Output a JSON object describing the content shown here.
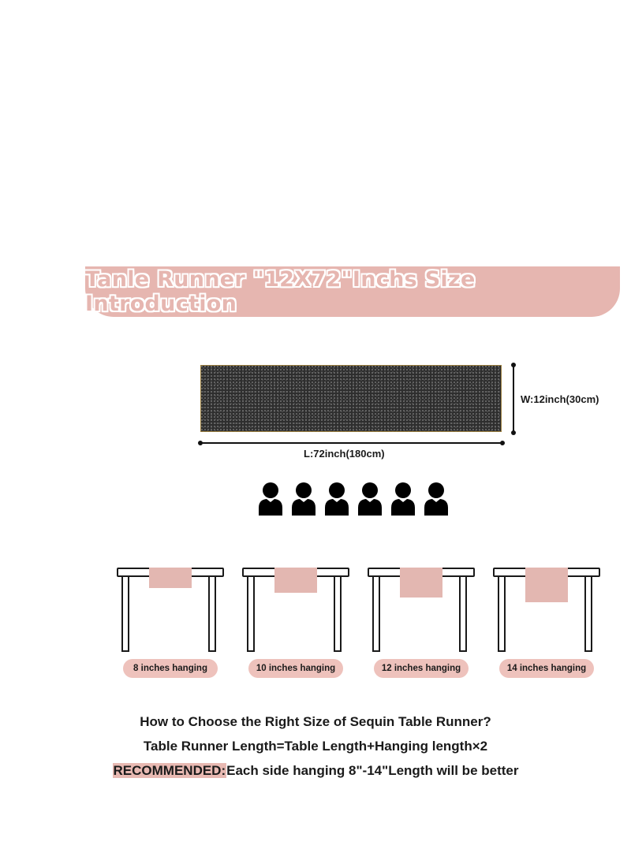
{
  "banner": {
    "title": "Tanle Runner \"12X72\"Inchs Size Introduction"
  },
  "runner": {
    "length_label": "L:72inch(180cm)",
    "width_label": "W:12inch(30cm)"
  },
  "people": {
    "count": 6,
    "icon": "person-icon"
  },
  "tables": [
    {
      "label": "8 inches hanging",
      "hang_inches": 8
    },
    {
      "label": "10 inches hanging",
      "hang_inches": 10
    },
    {
      "label": "12 inches hanging",
      "hang_inches": 12
    },
    {
      "label": "14 inches hanging",
      "hang_inches": 14
    }
  ],
  "footer": {
    "line1": "How to Choose the Right Size of Sequin Table Runner?",
    "line2": "Table Runner Length=Table Length+Hanging length×2",
    "line3_highlight": "RECOMMENDED:",
    "line3_rest": "Each side hanging 8\"-14\"Length will be better"
  },
  "colors": {
    "accent": "#e6b6b0",
    "drape": "#e3b7b1",
    "pill": "#eec2bc",
    "runner": "#2e2e2e"
  }
}
